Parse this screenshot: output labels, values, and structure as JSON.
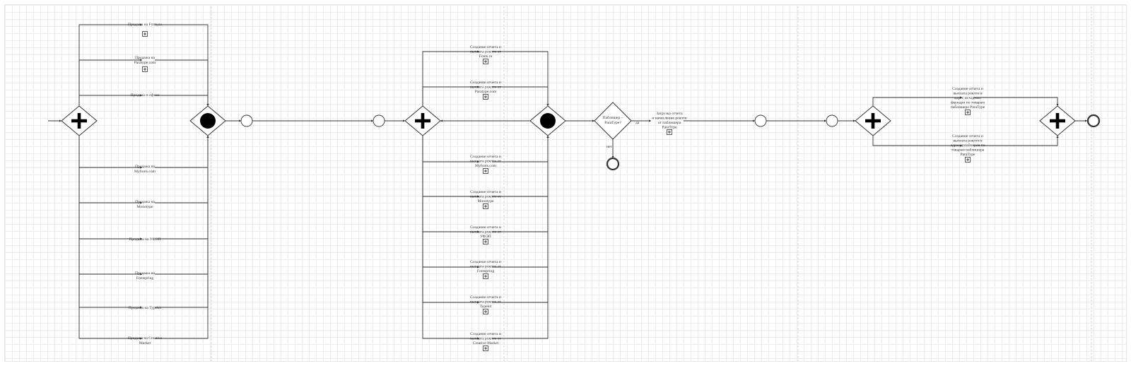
{
  "diagram": {
    "tasks_a": [
      {
        "lines": [
          "Продажа на Fonts.ru"
        ]
      },
      {
        "lines": [
          "Продажа на",
          "Paratype.com"
        ]
      },
      {
        "lines": [
          "Продажа в офисе"
        ]
      },
      {
        "lines": [
          "Продажа на",
          "Myfonts.com"
        ]
      },
      {
        "lines": [
          "Продажа на",
          "Monotype"
        ]
      },
      {
        "lines": [
          "Продажа на УФЭП"
        ]
      },
      {
        "lines": [
          "Продажа на",
          "Fontspring"
        ]
      },
      {
        "lines": [
          "Продажа на Typekit"
        ]
      },
      {
        "lines": [
          "Продажа на Creative",
          "Market"
        ]
      }
    ],
    "tasks_b": [
      {
        "lines": [
          "Создание отчета и",
          "выплата роялти от",
          "Fonts.ru"
        ]
      },
      {
        "lines": [
          "Создание отчета и",
          "выплата роялти от",
          "Paratype.com"
        ]
      },
      {
        "lines": [
          "Создание отчета и",
          "выплата роялти от",
          "Myfonts.com"
        ]
      },
      {
        "lines": [
          "Создание отчета и",
          "выплата роялти от",
          "Monotype"
        ]
      },
      {
        "lines": [
          "Создание отчета и",
          "выплата роялти от",
          "УФЭП"
        ]
      },
      {
        "lines": [
          "Создание отчета и",
          "выплата роялти от",
          "Fontspring"
        ]
      },
      {
        "lines": [
          "Создание отчета и",
          "выплата роялти от",
          "Typekit"
        ]
      },
      {
        "lines": [
          "Создание отчета и",
          "выплата роялти от",
          "Creative Market"
        ]
      }
    ],
    "decision": {
      "lines": [
        "Паблишер –",
        "ParaType?"
      ]
    },
    "edge_yes": "да",
    "edge_no": "нет",
    "task_c": {
      "lines": [
        "Загрузка отчета",
        "и начисление роялти",
        "от паблишера",
        "ParaType"
      ]
    },
    "tasks_d": [
      {
        "lines": [
          "Создание отчета и",
          "выплата роялти в",
          "адрес исходных",
          "фаундри по товарам",
          "паблишера ParaType"
        ]
      },
      {
        "lines": [
          "Создание отчета и",
          "выплата роялти в",
          "адрес дизайнеров по",
          "товарам паблишера",
          "ParaType"
        ]
      }
    ],
    "colors": {
      "line": "#333333",
      "grid": "#ececec",
      "lane": "#c8c8c8"
    }
  }
}
